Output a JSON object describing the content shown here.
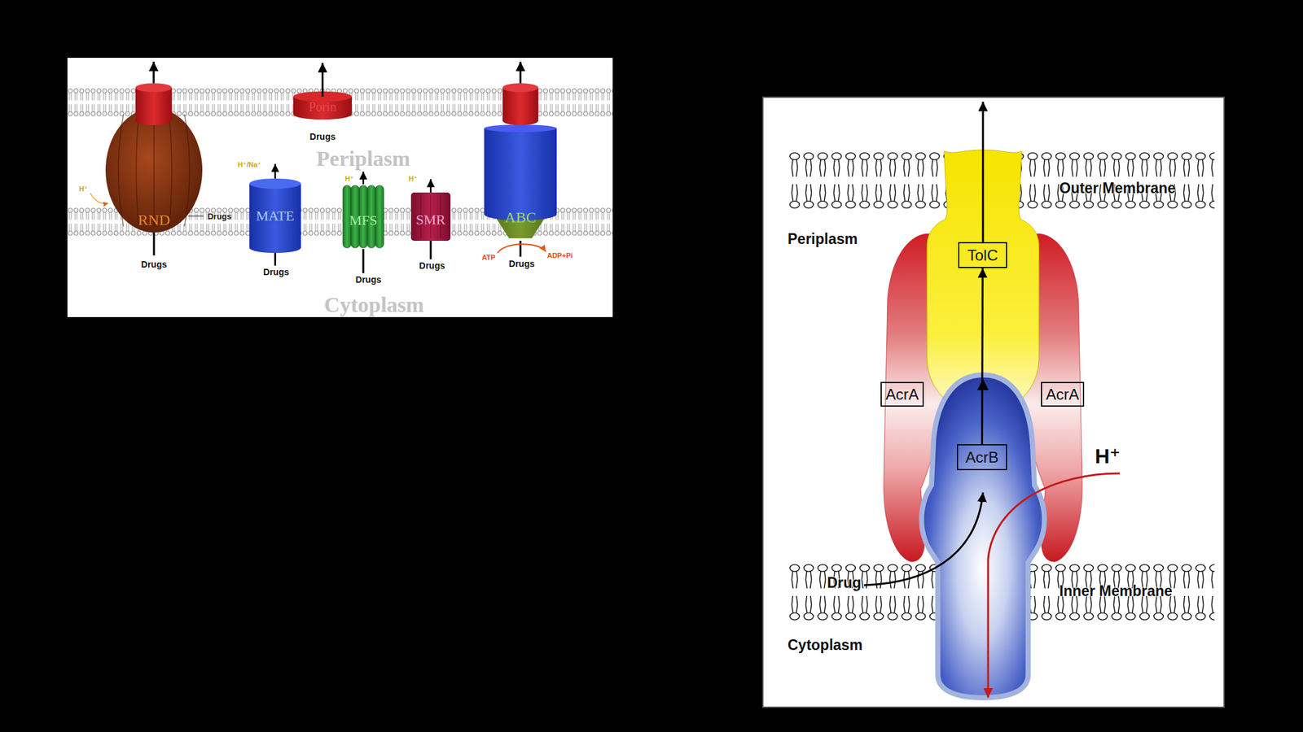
{
  "diagram": {
    "nodes": [
      {
        "text": [
          "RND"
        ]
      },
      {
        "text": [
          "Porin"
        ]
      },
      {
        "text": [
          "MATE"
        ]
      },
      {
        "text": [
          "MFS"
        ]
      },
      {
        "text": [
          "SMR"
        ]
      },
      {
        "text": [
          "ABC"
        ]
      },
      {
        "text": [
          "TolC"
        ]
      },
      {
        "text": [
          "AcrA"
        ]
      },
      {
        "text": [
          "AcrA"
        ]
      },
      {
        "text": [
          "AcrB"
        ]
      }
    ],
    "edges": [
      {
        "from": 9,
        "to": 6,
        "arrow": "to"
      }
    ],
    "labels": [
      "Drugs",
      "Periplasm",
      "H⁺",
      "Drugs",
      "H⁺/Na⁺",
      "H⁺",
      "H⁺",
      "Drugs",
      "Drugs",
      "Drugs",
      "Drugs",
      "ATP",
      "Drugs",
      "ADP+Pi",
      "Cytoplasm",
      "Outer Membrane",
      "Periplasm",
      "H⁺",
      "Drug",
      "Inner Membrane",
      "Cytoplasm"
    ]
  }
}
